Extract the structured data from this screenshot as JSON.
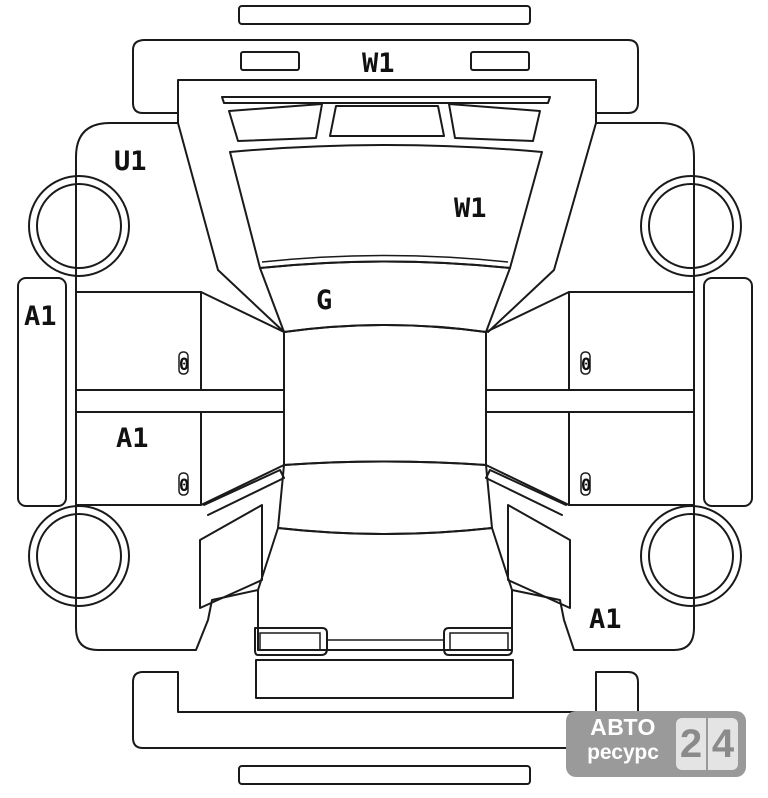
{
  "damage_marks": {
    "roof": "W1",
    "windshield": "W1",
    "front_left_fender": "U1",
    "left_rocker": "A1",
    "left_rear_door": "A1",
    "hood": "G",
    "right_rear_corner": "A1"
  },
  "door_marks": {
    "left_front": "0",
    "left_rear": "0",
    "right_front": "0",
    "right_rear": "0"
  },
  "watermark": {
    "word1": "АВТО",
    "word2": "ресурс",
    "digit1": "2",
    "digit2": "4"
  }
}
